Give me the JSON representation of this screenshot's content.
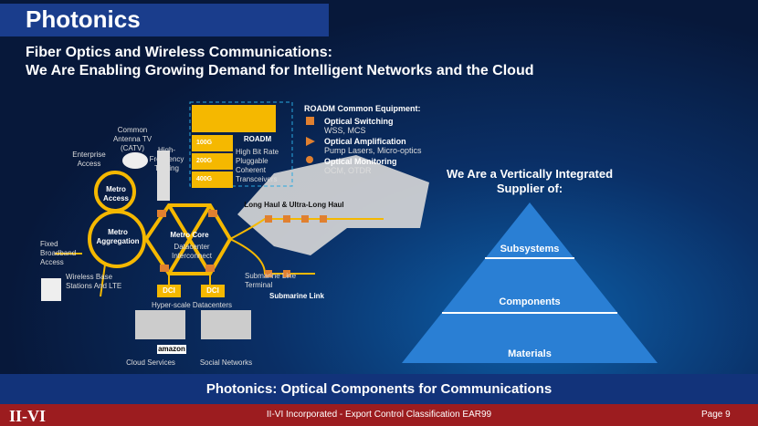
{
  "header": {
    "title": "Photonics",
    "subtitle_line1": "Fiber Optics and Wireless Communications:",
    "subtitle_line2": "We Are Enabling Growing Demand for Intelligent Networks and the Cloud"
  },
  "diagram": {
    "labels": {
      "catv": "Common Antenna TV (CATV)",
      "enterprise": "Enterprise Access",
      "hft": "High-Frequency Trading",
      "metro_access": "Metro Access",
      "metro_aggregation": "Metro Aggregation",
      "metro_core": "Metro Core",
      "fixed": "Fixed Broadband Access",
      "wireless": "Wireless Base Stations And LTE",
      "dci_interconnect": "Datacenter Interconnect",
      "dci_a": "DCI",
      "dci_b": "DCI",
      "hyperscale": "Hyper-scale Datacenters",
      "cloud": "Cloud Services",
      "social": "Social Networks",
      "roadm": "ROADM",
      "transceivers": "High Bit Rate Pluggable Coherent Transceivers",
      "rate_100": "100G",
      "rate_200": "200G",
      "rate_400": "400G",
      "long_haul": "Long Haul & Ultra-Long Haul",
      "submarine_terminal": "Submarine Line Terminal",
      "submarine_link": "Submarine Link",
      "amazon": "amazon"
    },
    "legend": {
      "title": "ROADM Common Equipment:",
      "items": [
        {
          "title": "Optical Switching",
          "desc": "WSS, MCS",
          "icon": "switch-icon"
        },
        {
          "title": "Optical Amplification",
          "desc": "Pump Lasers, Micro-optics",
          "icon": "amplifier-icon"
        },
        {
          "title": "Optical Monitoring",
          "desc": "OCM, OTDR",
          "icon": "monitor-icon"
        }
      ]
    }
  },
  "pyramid": {
    "heading": "We Are a Vertically Integrated Supplier of:",
    "levels": [
      "Subsystems",
      "Components",
      "Materials"
    ]
  },
  "banner": "Photonics: Optical Components for Communications",
  "footer": {
    "logo": "II-VI",
    "text": "II-VI Incorporated - Export Control Classification EAR99",
    "page": "Page 9"
  },
  "colors": {
    "title_bar": "#1a3d8c",
    "network": "#f5b800",
    "pyramid": "#2a7fd4",
    "footer": "#9c1c1f"
  }
}
